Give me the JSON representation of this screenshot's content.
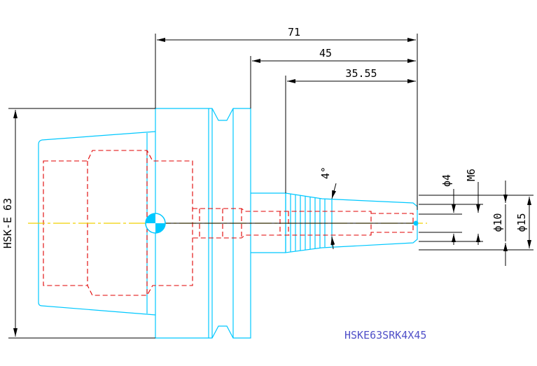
{
  "colors": {
    "outline": "#00c8ff",
    "hidden": "#e00000",
    "centerline": "#f0d000",
    "dimension": "#000000",
    "title": "#5050c8"
  },
  "dimensions": {
    "overall_length": "71",
    "projection_length": "45",
    "tip_length": "35.55",
    "taper_angle": "4°",
    "bore_diameter": "ϕ4",
    "thread": "M6",
    "tip_diameter": "ϕ10",
    "body_diameter": "ϕ15",
    "shank_type": "HSK-E 63"
  },
  "title": {
    "part_number": "HSKE63SRK4X45"
  }
}
